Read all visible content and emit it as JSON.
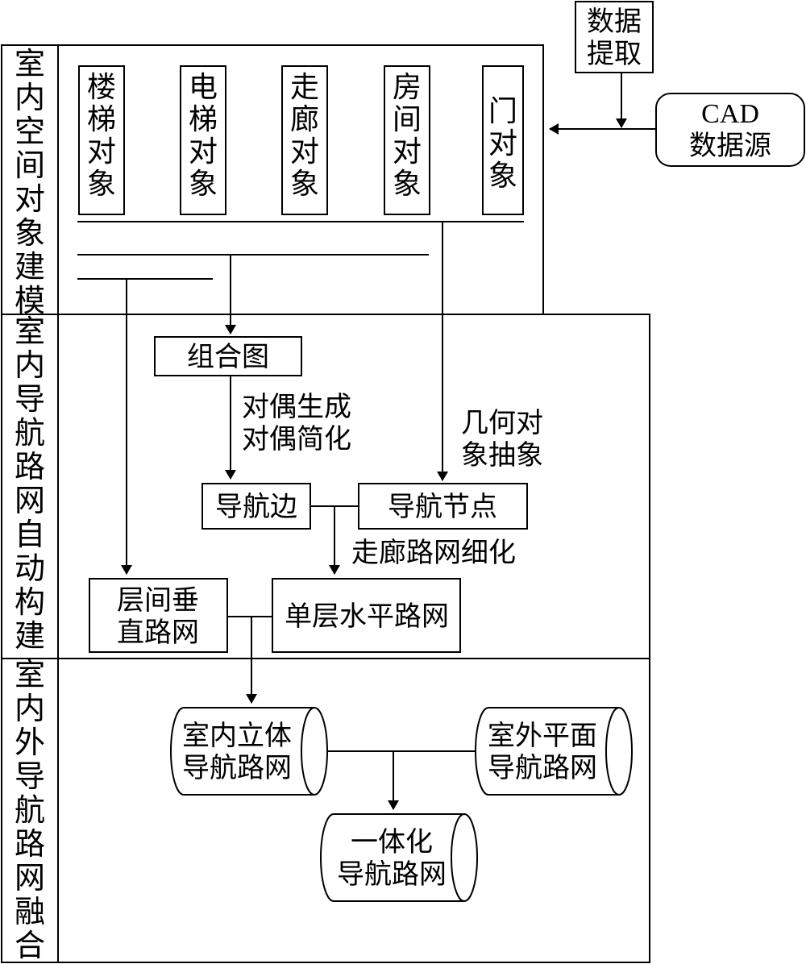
{
  "sections": {
    "modeling": "室内空间对象建模",
    "auto_build": "室内导航路网自动构建",
    "fusion": "室内外导航路网融合"
  },
  "objects": [
    "楼梯对象",
    "电梯对象",
    "走廊对象",
    "房间对象",
    "门对象"
  ],
  "data_extract": [
    "数据",
    "提取"
  ],
  "cad_source": [
    "CAD",
    "数据源"
  ],
  "composite_graph": "组合图",
  "dual_ops": [
    "对偶生成",
    "对偶简化"
  ],
  "geometry_abstraction": [
    "几何对",
    "象抽象"
  ],
  "nav_edge": "导航边",
  "nav_node": "导航节点",
  "corridor_refine": "走廊路网细化",
  "vertical_network": [
    "层间垂",
    "直路网"
  ],
  "single_floor_network": "单层水平路网",
  "indoor_3d_network": [
    "室内立体",
    "导航路网"
  ],
  "outdoor_plane_network": [
    "室外平面",
    "导航路网"
  ],
  "integrated_network": [
    "一体化",
    "导航路网"
  ]
}
